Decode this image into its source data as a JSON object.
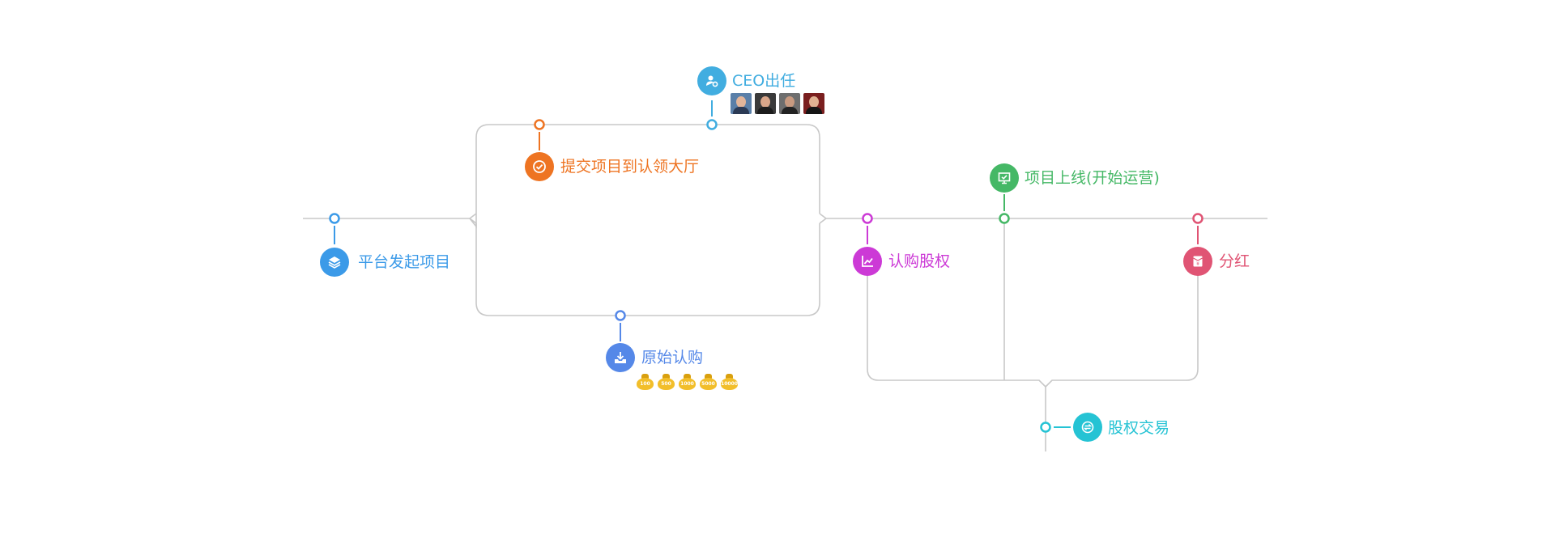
{
  "nodes": [
    {
      "id": "platform",
      "label": "平台发起项目",
      "color": "#3b9ae8",
      "icon": "layers-icon"
    },
    {
      "id": "submit",
      "label": "提交项目到认领大厅",
      "color": "#ee7422",
      "icon": "check-circle-icon"
    },
    {
      "id": "ceo",
      "label": "CEO出任",
      "color": "#41ade0",
      "icon": "user-gear-icon"
    },
    {
      "id": "original",
      "label": "原始认购",
      "color": "#5588e8",
      "icon": "download-tray-icon"
    },
    {
      "id": "subscribe",
      "label": "认购股权",
      "color": "#cc3ad6",
      "icon": "line-chart-icon"
    },
    {
      "id": "online",
      "label": "项目上线(开始运营)",
      "color": "#45b866",
      "icon": "monitor-check-icon"
    },
    {
      "id": "dividend",
      "label": "分红",
      "color": "#e05474",
      "icon": "yen-envelope-icon"
    },
    {
      "id": "trade",
      "label": "股权交易",
      "color": "#25c3d4",
      "icon": "exchange-icon"
    }
  ],
  "ceo_avatars": [
    "avatar-1",
    "avatar-2",
    "avatar-3",
    "avatar-4"
  ],
  "money_bags": [
    "100",
    "500",
    "1000",
    "5000",
    "10000"
  ],
  "colors": {
    "line": "#c8c8c8"
  }
}
